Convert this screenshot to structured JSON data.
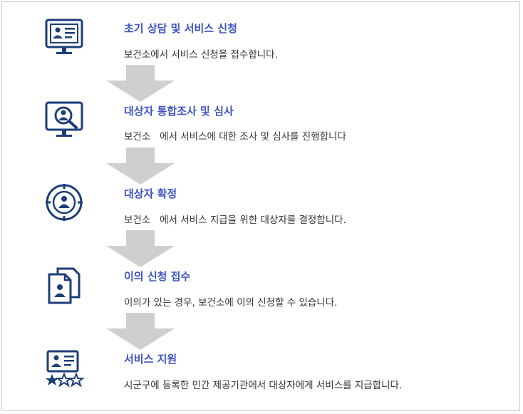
{
  "steps": [
    {
      "title": "초기 상담 및 서비스 신청",
      "desc": "보건소에서 서비스 신청을 접수합니다.",
      "icon": "monitor-id-card-icon"
    },
    {
      "title": "대상자 통합조사 및 심사",
      "desc": "보건소   에서 서비스에 대한 조사 및 심사를 진행합니다",
      "icon": "monitor-search-person-icon"
    },
    {
      "title": "대상자 확정",
      "desc": "보건소   에서 서비스 지급을 위한 대상자를 결정합니다.",
      "icon": "target-person-icon"
    },
    {
      "title": "이의 신청 접수",
      "desc": "이의가 있는 경우, 보건소에 이의 신청할 수 있습니다.",
      "icon": "documents-person-icon"
    },
    {
      "title": "서비스 지원",
      "desc": "시군구에 등록한 민간 제공기관에서 대상자에게 서비스를 지급합니다.",
      "icon": "id-card-stars-icon"
    }
  ],
  "colors": {
    "accent": "#3c53c4",
    "icon": "#1c3d7a",
    "arrow": "#cfcfcf"
  }
}
